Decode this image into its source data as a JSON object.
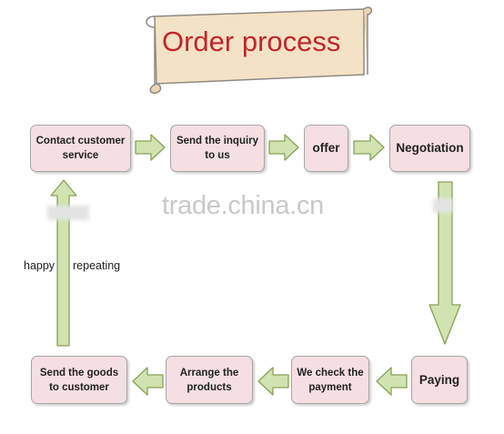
{
  "title": "Order process",
  "watermark": "trade.china.cn",
  "steps": {
    "contact": {
      "line1": "Contact customer",
      "line2": "service"
    },
    "inquiry": {
      "line1": "Send the inquiry",
      "line2": "to us"
    },
    "offer": "offer",
    "negotiation": "Negotiation",
    "paying": "Paying",
    "check_payment": {
      "line1": "We check the",
      "line2": "payment"
    },
    "arrange": {
      "line1": "Arrange the",
      "line2": "products"
    },
    "send_goods": {
      "line1": "Send the goods",
      "line2": "to customer"
    }
  },
  "side_labels": {
    "left": "happy",
    "right": "repeating"
  },
  "colors": {
    "title": "#c0262b",
    "box_fill": "#f4dfe3",
    "arrow_fill": "#d1e3b0",
    "arrow_stroke": "#8aa058",
    "scroll_fill": "#f3e2c5"
  }
}
